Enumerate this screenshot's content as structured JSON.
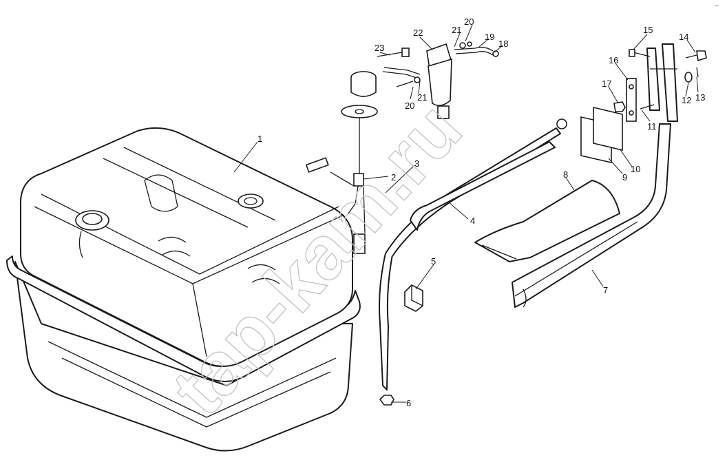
{
  "watermark": "tap-kam.ru",
  "corner_mark": "~",
  "callouts": [
    {
      "id": "c1",
      "label": "1"
    },
    {
      "id": "c2",
      "label": "2"
    },
    {
      "id": "c3",
      "label": "3"
    },
    {
      "id": "c4",
      "label": "4"
    },
    {
      "id": "c5",
      "label": "5"
    },
    {
      "id": "c6",
      "label": "6"
    },
    {
      "id": "c7",
      "label": "7"
    },
    {
      "id": "c8",
      "label": "8"
    },
    {
      "id": "c9",
      "label": "9"
    },
    {
      "id": "c10",
      "label": "10"
    },
    {
      "id": "c11",
      "label": "11"
    },
    {
      "id": "c12",
      "label": "12"
    },
    {
      "id": "c13",
      "label": "13"
    },
    {
      "id": "c14",
      "label": "14"
    },
    {
      "id": "c15",
      "label": "15"
    },
    {
      "id": "c16",
      "label": "16"
    },
    {
      "id": "c17",
      "label": "17"
    },
    {
      "id": "c18",
      "label": "18"
    },
    {
      "id": "c19",
      "label": "19"
    },
    {
      "id": "c20a",
      "label": "20"
    },
    {
      "id": "c20b",
      "label": "20"
    },
    {
      "id": "c21a",
      "label": "21"
    },
    {
      "id": "c21b",
      "label": "21"
    },
    {
      "id": "c22",
      "label": "22"
    },
    {
      "id": "c23",
      "label": "23"
    }
  ]
}
